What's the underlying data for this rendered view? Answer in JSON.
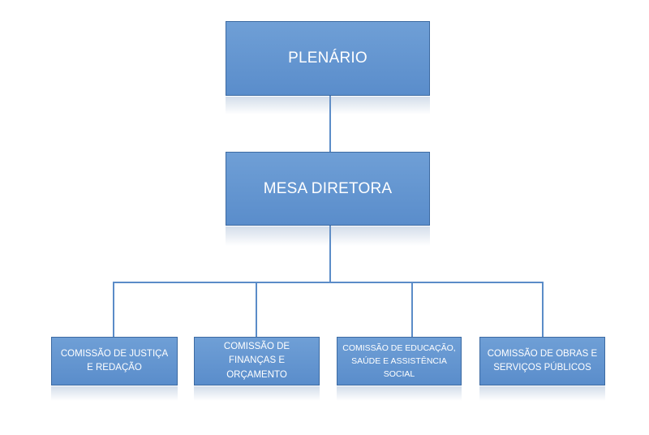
{
  "org_chart": {
    "top": {
      "label": "PLENÁRIO"
    },
    "middle": {
      "label": "MESA DIRETORA"
    },
    "committees": [
      {
        "label": "COMISSÃO DE JUSTIÇA E REDAÇÃO"
      },
      {
        "label": "COMISSÃO DE FINANÇAS E ORÇAMENTO"
      },
      {
        "label": "COMISSÃO DE EDUCAÇÃO, SAÚDE E ASSISTÊNCIA SOCIAL"
      },
      {
        "label": "COMISSÃO DE OBRAS E SERVIÇOS PÚBLICOS"
      }
    ],
    "colors": {
      "box_fill": "#5b8fcd",
      "box_border": "#3c6aa2",
      "connector": "#5b8cc8",
      "text": "#ffffff"
    }
  }
}
